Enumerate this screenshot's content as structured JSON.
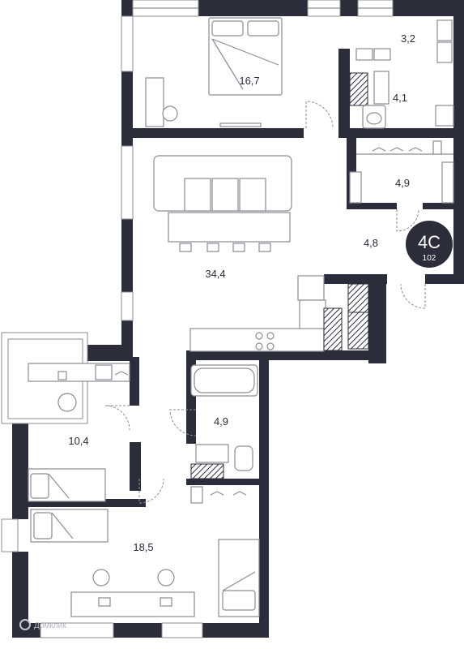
{
  "rooms": [
    {
      "id": "bedroom-1",
      "area": "16,7"
    },
    {
      "id": "wc",
      "area": "3,2"
    },
    {
      "id": "bathroom-1",
      "area": "4,1"
    },
    {
      "id": "wardrobe-1",
      "area": "4,9"
    },
    {
      "id": "hall",
      "area": "4,8"
    },
    {
      "id": "living-kitchen",
      "area": "34,4"
    },
    {
      "id": "bedroom-2",
      "area": "10,4"
    },
    {
      "id": "bathroom-2",
      "area": "4,9"
    },
    {
      "id": "bedroom-3",
      "area": "18,5"
    }
  ],
  "badge": {
    "type": "4С",
    "number": "102"
  },
  "colors": {
    "wall": "#2b2d3a",
    "fixture": "#8a8d96",
    "badge": "#2b2d3a"
  },
  "watermark": "Домклик"
}
